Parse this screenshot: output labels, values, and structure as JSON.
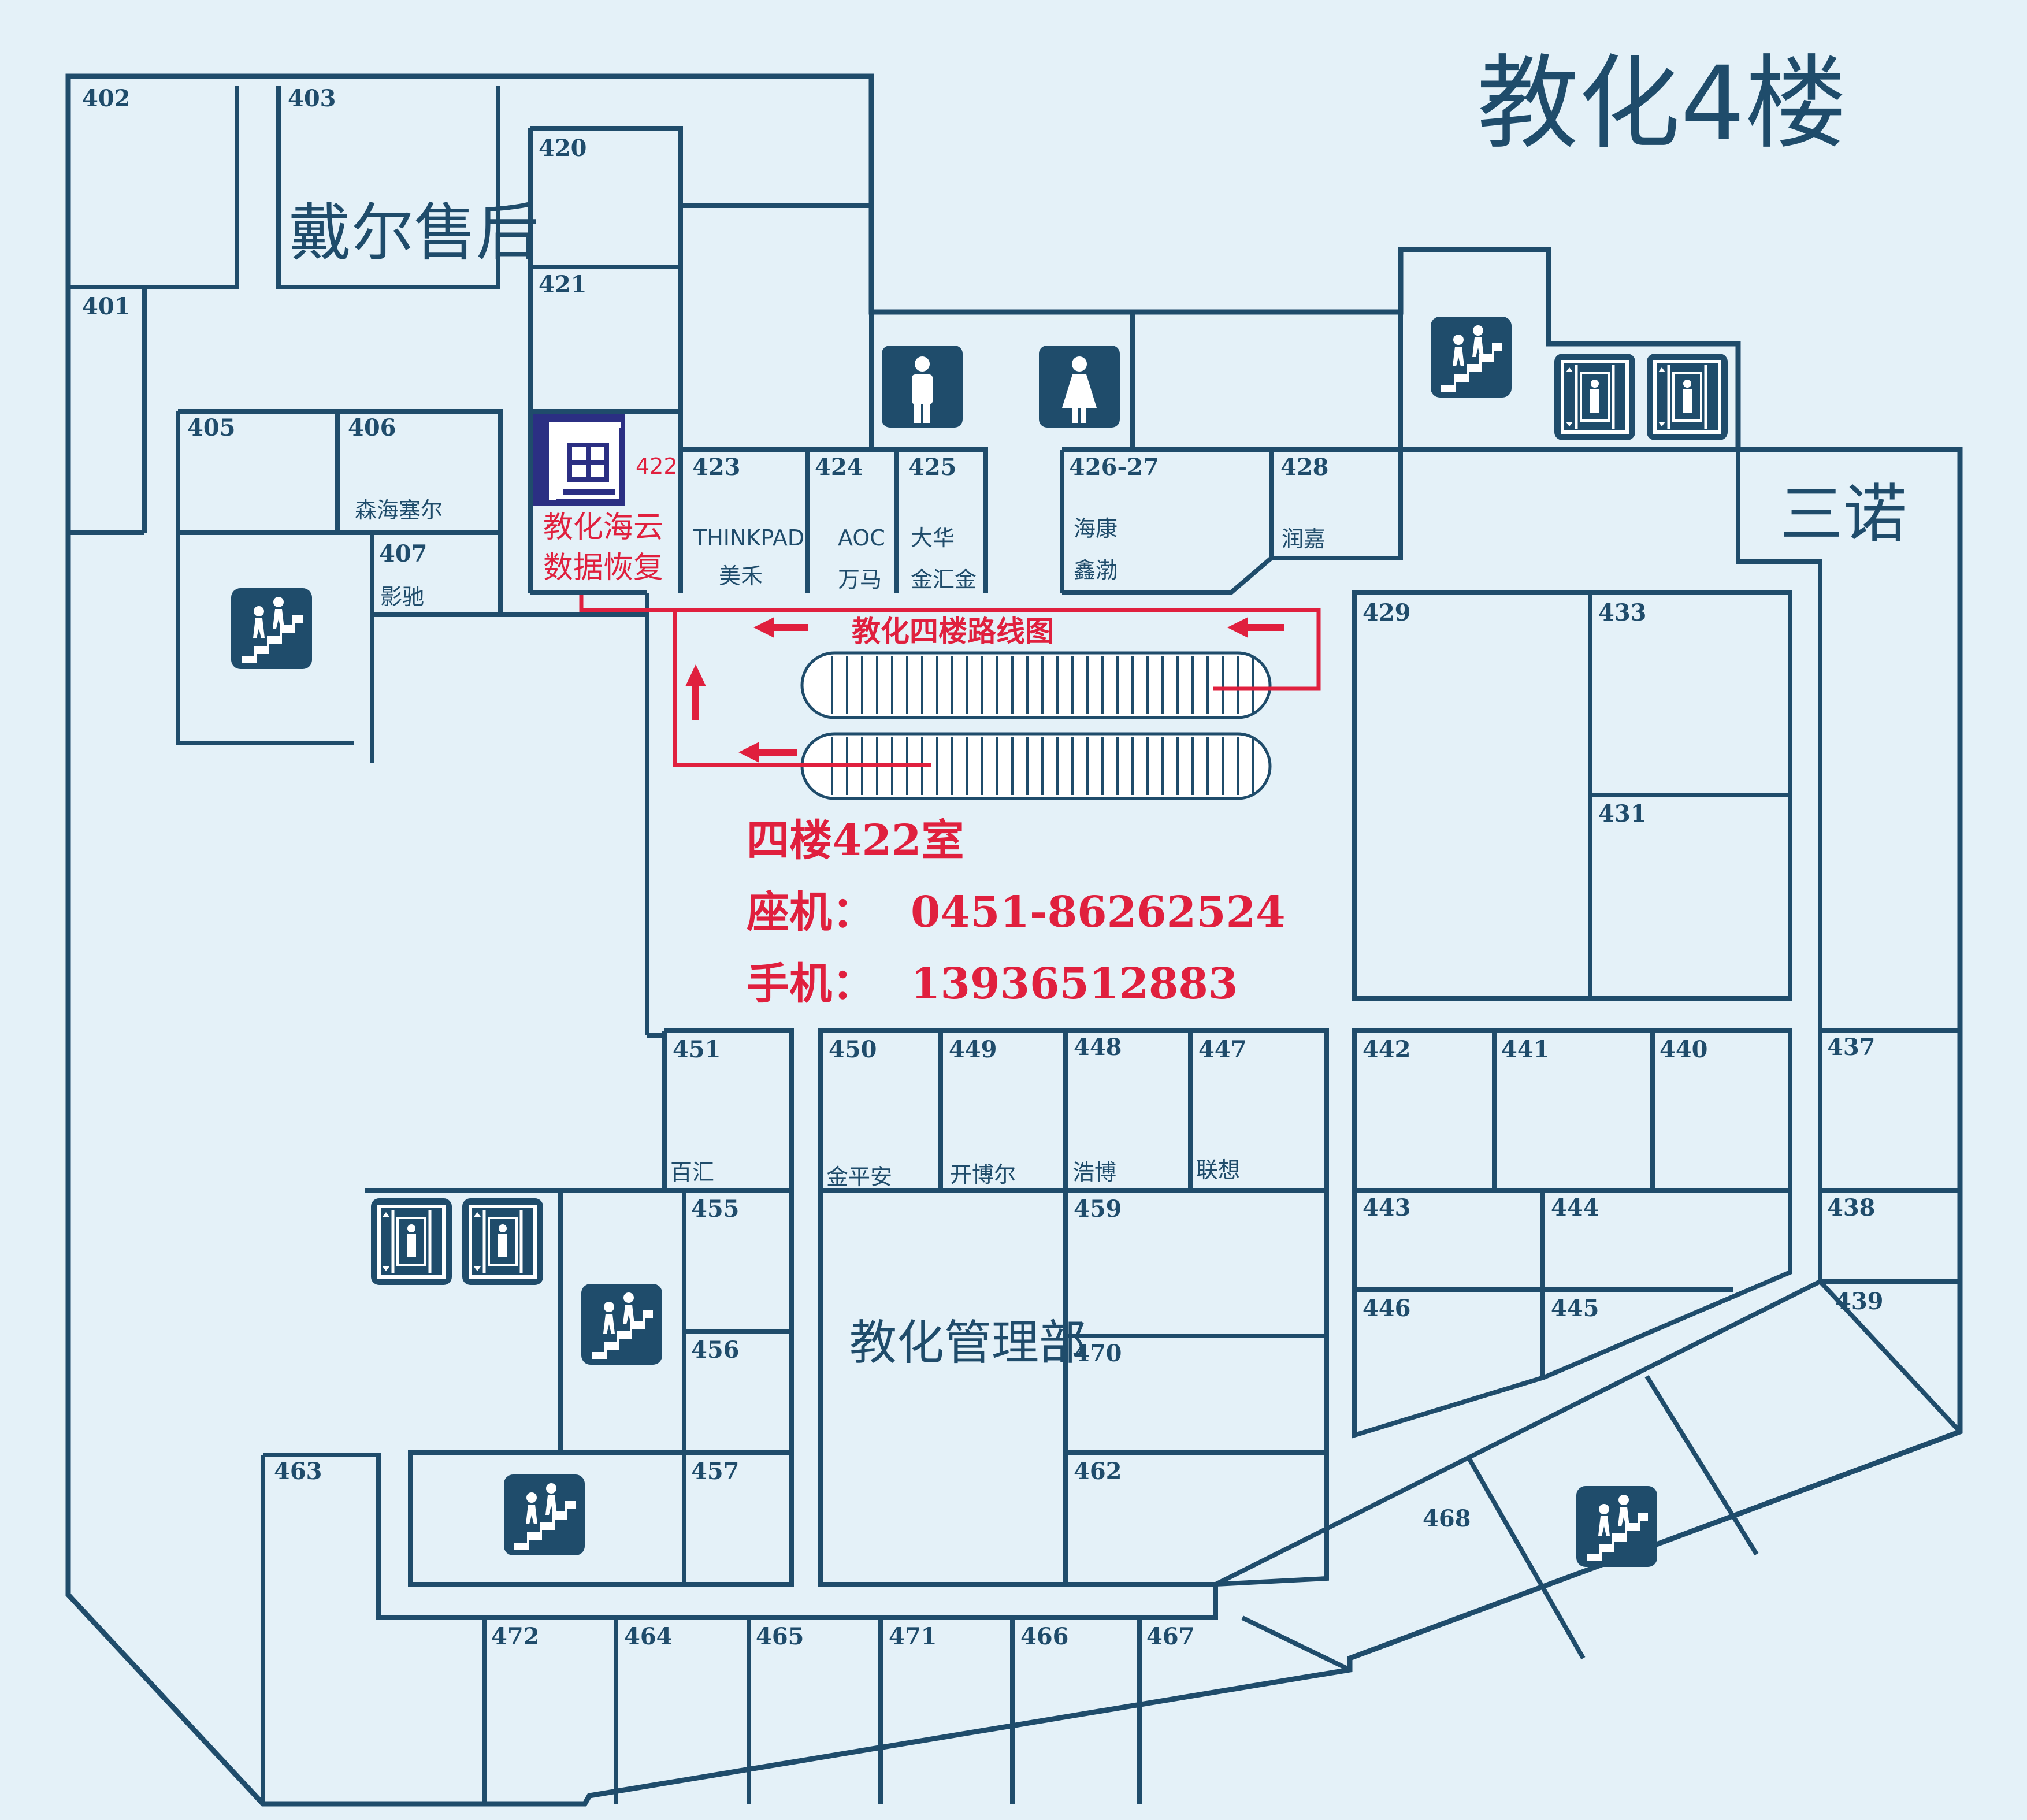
{
  "title": "教化4楼",
  "route_title": "教化四楼路线图",
  "anchor": {
    "number": "422",
    "name_line1": "教化海云",
    "name_line2": "数据恢复"
  },
  "contact": {
    "location": "四楼422室",
    "phone_label": "座机：",
    "phone": "0451-86262524",
    "mobile_label": "手机：",
    "mobile": "13936512883"
  },
  "labels": {
    "dell": "戴尔售后",
    "sannuo": "三诺",
    "management": "教化管理部"
  },
  "rooms": [
    {
      "id": "r402",
      "number": "402"
    },
    {
      "id": "r403",
      "number": "403"
    },
    {
      "id": "r401",
      "number": "401"
    },
    {
      "id": "r420",
      "number": "420"
    },
    {
      "id": "r421",
      "number": "421"
    },
    {
      "id": "r405",
      "number": "405"
    },
    {
      "id": "r406",
      "number": "406",
      "shop": "森海塞尔"
    },
    {
      "id": "r407",
      "number": "407",
      "shop": "影驰"
    },
    {
      "id": "r423",
      "number": "423",
      "shop": "THINKPAD",
      "shop2": "美禾"
    },
    {
      "id": "r424",
      "number": "424",
      "shop": "AOC",
      "shop2": "万马"
    },
    {
      "id": "r425",
      "number": "425",
      "shop": "大华",
      "shop2": "金汇金"
    },
    {
      "id": "r426",
      "number": "426-27",
      "shop": "海康",
      "shop2": "鑫渤"
    },
    {
      "id": "r428",
      "number": "428",
      "shop": "润嘉"
    },
    {
      "id": "r429",
      "number": "429"
    },
    {
      "id": "r433",
      "number": "433"
    },
    {
      "id": "r431",
      "number": "431"
    },
    {
      "id": "r451",
      "number": "451",
      "shop": "百汇"
    },
    {
      "id": "r450",
      "number": "450",
      "shop": "金平安"
    },
    {
      "id": "r449",
      "number": "449",
      "shop": "开博尔"
    },
    {
      "id": "r448",
      "number": "448",
      "shop": "浩博"
    },
    {
      "id": "r447",
      "number": "447",
      "shop": "联想"
    },
    {
      "id": "r442",
      "number": "442"
    },
    {
      "id": "r441",
      "number": "441"
    },
    {
      "id": "r440",
      "number": "440"
    },
    {
      "id": "r437",
      "number": "437"
    },
    {
      "id": "r443",
      "number": "443"
    },
    {
      "id": "r444",
      "number": "444"
    },
    {
      "id": "r438",
      "number": "438"
    },
    {
      "id": "r446",
      "number": "446"
    },
    {
      "id": "r445",
      "number": "445"
    },
    {
      "id": "r439",
      "number": "439"
    },
    {
      "id": "r455",
      "number": "455"
    },
    {
      "id": "r456",
      "number": "456"
    },
    {
      "id": "r457",
      "number": "457"
    },
    {
      "id": "r459",
      "number": "459"
    },
    {
      "id": "r470",
      "number": "470"
    },
    {
      "id": "r462",
      "number": "462"
    },
    {
      "id": "r463",
      "number": "463"
    },
    {
      "id": "r468",
      "number": "468"
    },
    {
      "id": "r472",
      "number": "472"
    },
    {
      "id": "r464",
      "number": "464"
    },
    {
      "id": "r465",
      "number": "465"
    },
    {
      "id": "r471",
      "number": "471"
    },
    {
      "id": "r466",
      "number": "466"
    },
    {
      "id": "r467",
      "number": "467"
    }
  ],
  "icons": [
    "stairs-icon",
    "elevator-icon",
    "male-restroom-icon",
    "female-restroom-icon",
    "escalator-icon",
    "route-arrow-icon",
    "logo-icon"
  ],
  "colors": {
    "background": "#e4f1f8",
    "wall": "#1f4c6b",
    "route": "#e0203e",
    "logo": "#2b2f83"
  }
}
